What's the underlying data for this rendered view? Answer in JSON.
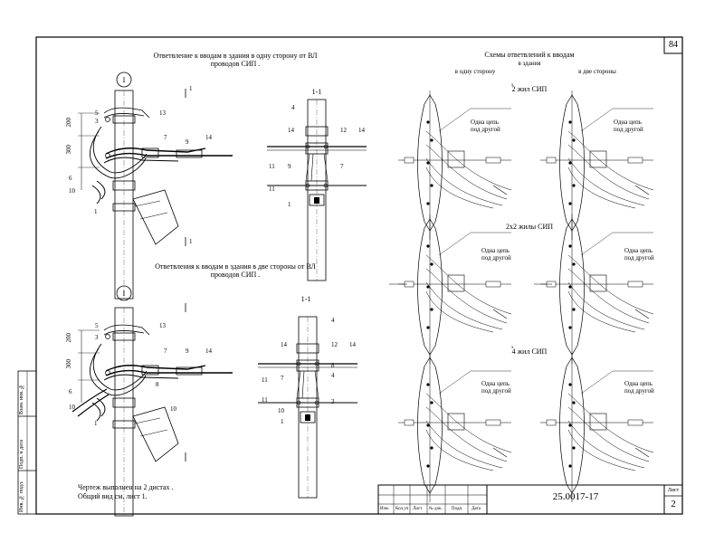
{
  "sheet": {
    "page_number": "84",
    "drawing_code": "25.0017-17",
    "sheet_label": "Лист",
    "sheet_number": "2",
    "title_cells": [
      "Изм.",
      "Кол.уч",
      "Лист",
      "№ док.",
      "Подп.",
      "Дата"
    ],
    "side_stamps": [
      "Взам. инв. №",
      "Подп. и дата",
      "Инв. № подл."
    ]
  },
  "left_top": {
    "title_line1": "Ответвление к вводам в здания в одну сторону от ВЛ",
    "title_line2": "проводов СИП .",
    "marker": "I",
    "section": "1-1",
    "cut": "1",
    "dim_a": "200",
    "dim_b": "300",
    "callouts": [
      "5",
      "3",
      "13",
      "7",
      "9",
      "14",
      "6",
      "10",
      "1"
    ],
    "section_callouts": [
      "4",
      "14",
      "12",
      "14",
      "11",
      "9",
      "7",
      "11",
      "1"
    ]
  },
  "left_bottom": {
    "title_line1": "Ответвления к вводам в здания в две стороны от ВЛ",
    "title_line2": "проводов СИП .",
    "marker": "I",
    "section": "1-1",
    "dim_a": "200",
    "dim_b": "300",
    "callouts": [
      "5",
      "3",
      "13",
      "7",
      "9",
      "14",
      "6",
      "8",
      "10",
      "1",
      "10"
    ],
    "section_callouts": [
      "4",
      "14",
      "12",
      "14",
      "11",
      "7",
      "8",
      "4",
      "11",
      "3",
      "10",
      "1"
    ]
  },
  "note": {
    "line1": "Чертеж выполнен на 2 дистах .",
    "line2": "Общий вид см. лист 1."
  },
  "right": {
    "title_line1": "Схемы ответвлений к вводам",
    "title_line2": "в здания",
    "col_left": "в одну сторону",
    "col_right": "в две стороны",
    "row1": "2 жил СИП",
    "row2": "2х2 жилы СИП",
    "row3": "4 жил СИП",
    "sup": "х",
    "label_line1": "Одна цепь",
    "label_line2": "под другой"
  }
}
